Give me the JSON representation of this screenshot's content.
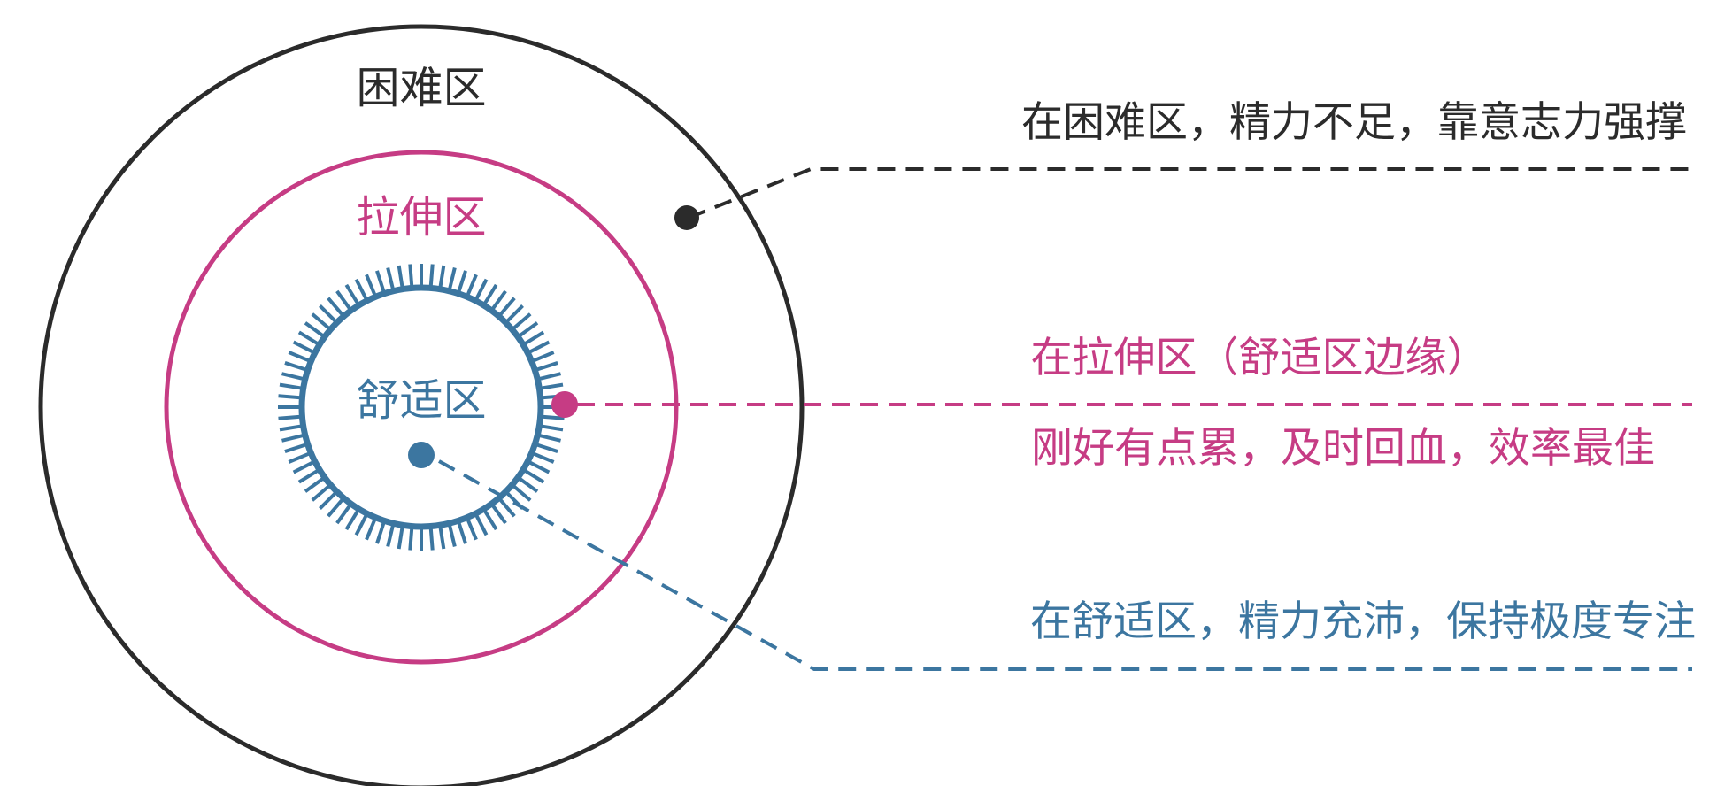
{
  "colors": {
    "hard": "#2b2b2b",
    "stretch": "#c63c84",
    "comfort": "#3c76a0",
    "background": "#ffffff"
  },
  "zones": {
    "hard": {
      "label": "困难区"
    },
    "stretch": {
      "label": "拉伸区"
    },
    "comfort": {
      "label": "舒适区"
    }
  },
  "descriptions": {
    "hard": {
      "line1": "在困难区，精力不足，靠意志力强撑"
    },
    "stretch": {
      "line1": "在拉伸区（舒适区边缘）",
      "line2": "刚好有点累，及时回血，效率最佳"
    },
    "comfort": {
      "line1": "在舒适区，精力充沛，保持极度专注"
    }
  }
}
